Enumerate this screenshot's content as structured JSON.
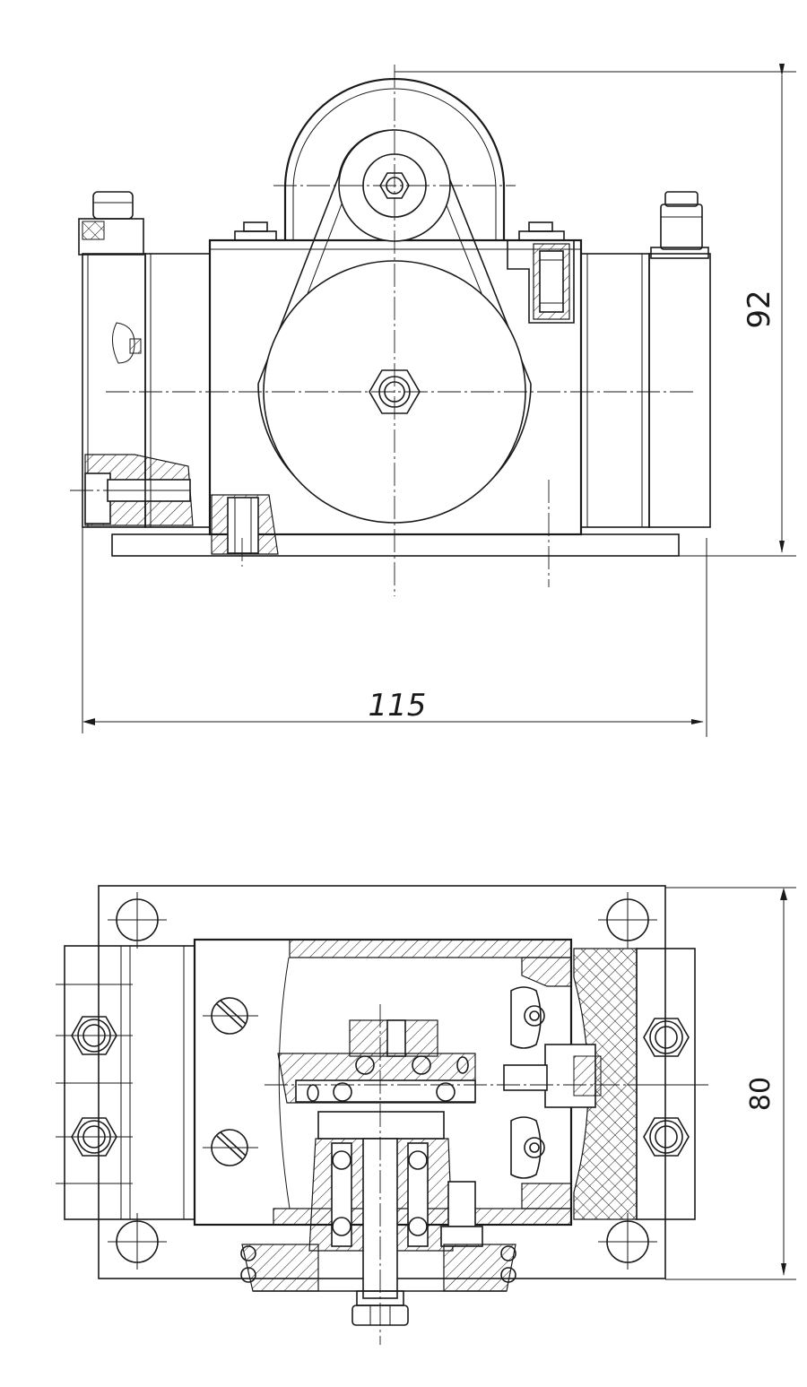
{
  "colors": {
    "ink": "#1a1a1a",
    "paper": "#ffffff"
  },
  "front_view": {
    "height_dimension": "92",
    "width_dimension": "115"
  },
  "plan_view": {
    "depth_dimension": "80"
  }
}
